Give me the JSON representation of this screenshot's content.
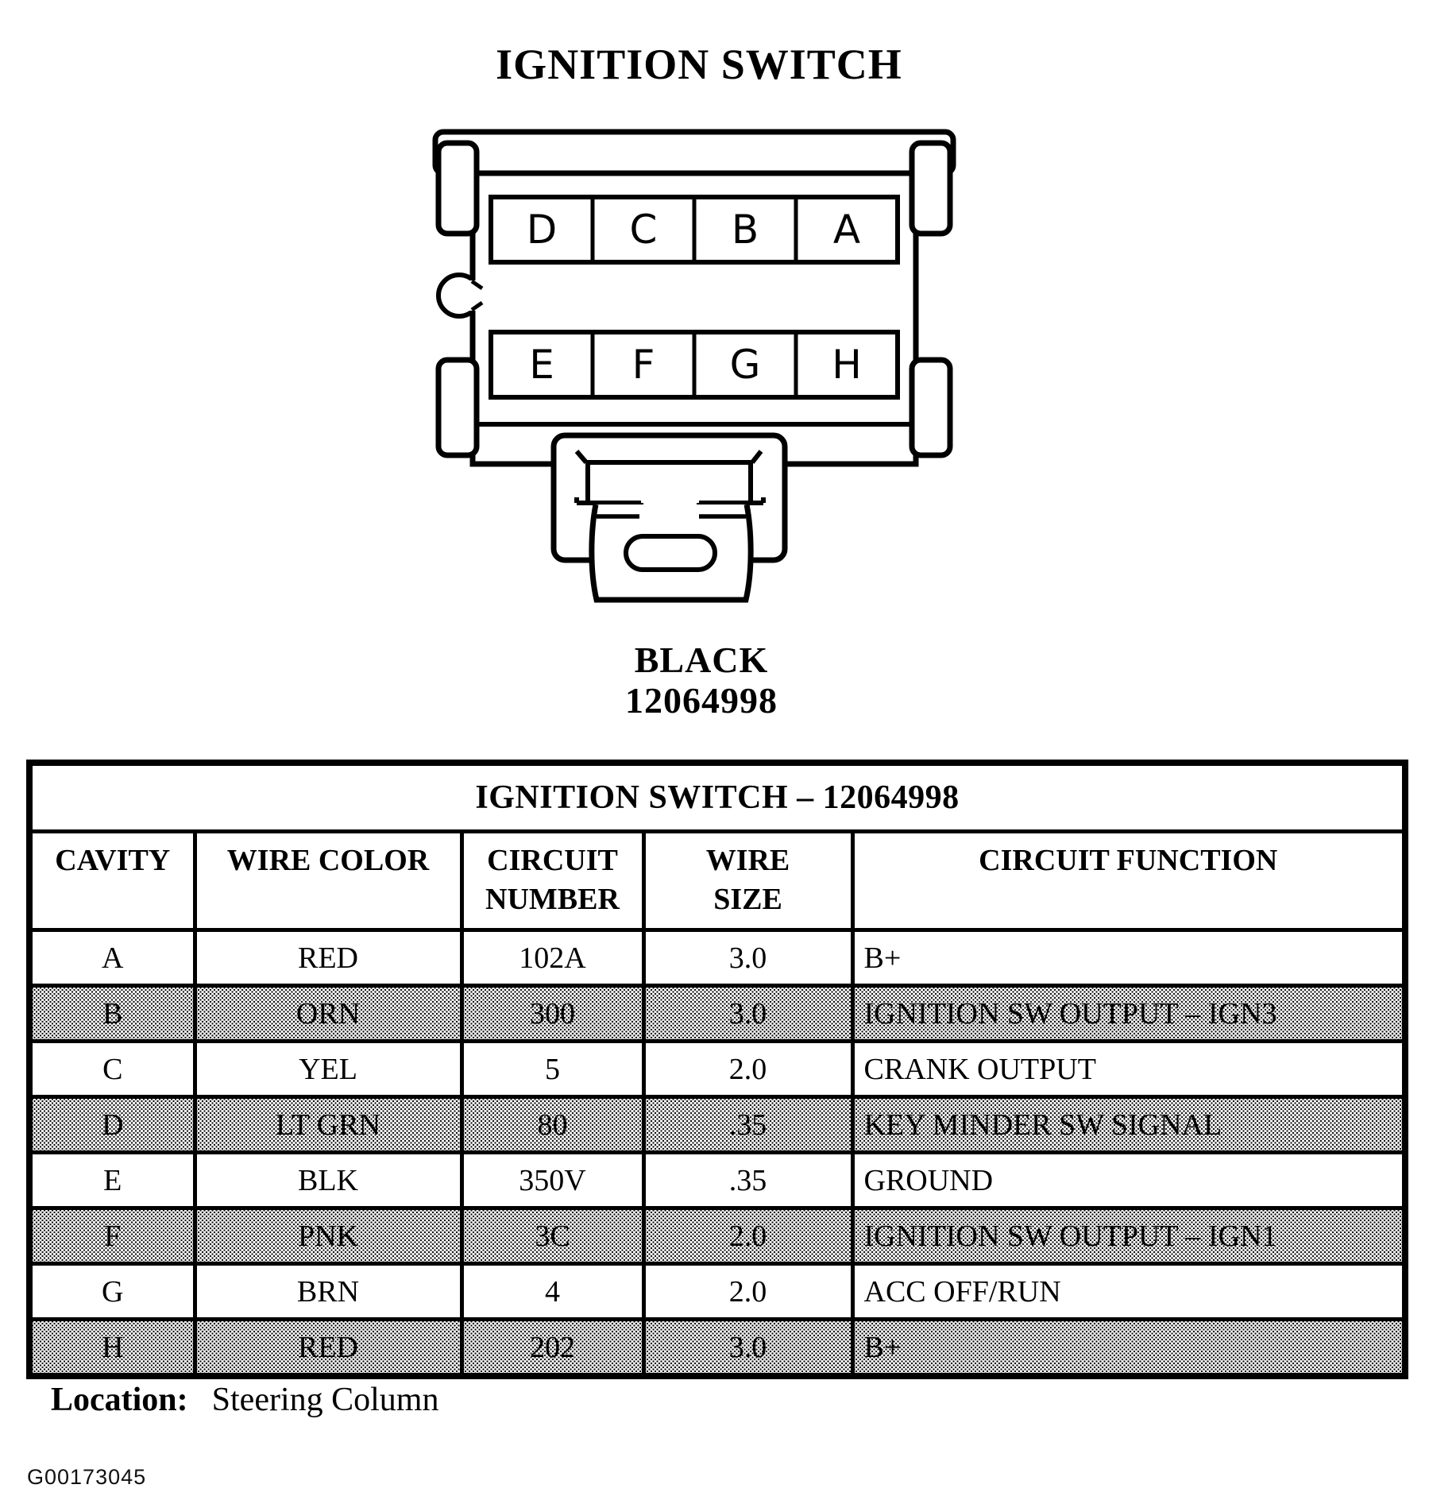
{
  "page_title": "IGNITION SWITCH",
  "connector": {
    "color_label": "BLACK",
    "part_number": "12064998",
    "cavities_top": [
      "D",
      "C",
      "B",
      "A"
    ],
    "cavities_bottom": [
      "E",
      "F",
      "G",
      "H"
    ]
  },
  "table": {
    "title": "IGNITION SWITCH – 12064998",
    "headers": {
      "cavity": "CAVITY",
      "wire_color": "WIRE COLOR",
      "circuit_number_line1": "CIRCUIT",
      "circuit_number_line2": "NUMBER",
      "wire_size_line1": "WIRE",
      "wire_size_line2": "SIZE",
      "circuit_function": "CIRCUIT FUNCTION"
    },
    "rows": [
      {
        "cavity": "A",
        "wire_color": "RED",
        "circuit_number": "102A",
        "wire_size": "3.0",
        "circuit_function": "B+",
        "shaded": false
      },
      {
        "cavity": "B",
        "wire_color": "ORN",
        "circuit_number": "300",
        "wire_size": "3.0",
        "circuit_function": "IGNITION SW OUTPUT – IGN3",
        "shaded": true
      },
      {
        "cavity": "C",
        "wire_color": "YEL",
        "circuit_number": "5",
        "wire_size": "2.0",
        "circuit_function": "CRANK OUTPUT",
        "shaded": false
      },
      {
        "cavity": "D",
        "wire_color": "LT GRN",
        "circuit_number": "80",
        "wire_size": ".35",
        "circuit_function": "KEY MINDER SW SIGNAL",
        "shaded": true
      },
      {
        "cavity": "E",
        "wire_color": "BLK",
        "circuit_number": "350V",
        "wire_size": ".35",
        "circuit_function": "GROUND",
        "shaded": false
      },
      {
        "cavity": "F",
        "wire_color": "PNK",
        "circuit_number": "3C",
        "wire_size": "2.0",
        "circuit_function": "IGNITION SW OUTPUT – IGN1",
        "shaded": true
      },
      {
        "cavity": "G",
        "wire_color": "BRN",
        "circuit_number": "4",
        "wire_size": "2.0",
        "circuit_function": "ACC OFF/RUN",
        "shaded": false
      },
      {
        "cavity": "H",
        "wire_color": "RED",
        "circuit_number": "202",
        "wire_size": "3.0",
        "circuit_function": "B+",
        "shaded": true
      }
    ]
  },
  "footer": {
    "location_label": "Location:",
    "location_value": "Steering Column",
    "figure_id": "G00173045"
  },
  "colors": {
    "ink": "#000000",
    "paper": "#ffffff",
    "shaded_row_average": "#c8c8c8"
  }
}
